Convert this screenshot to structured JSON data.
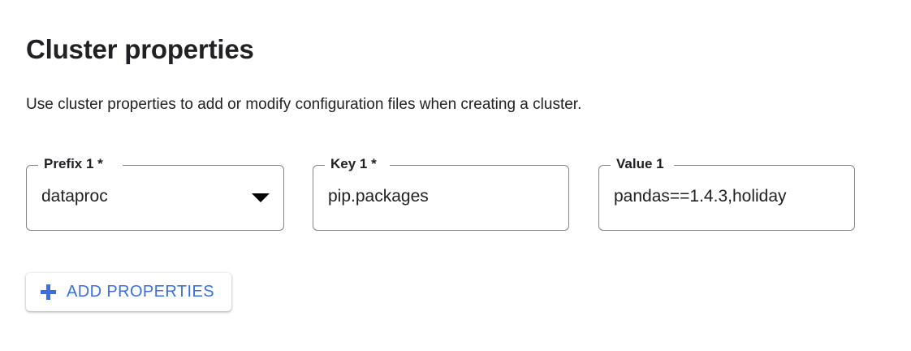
{
  "section": {
    "title": "Cluster properties",
    "description": "Use cluster properties to add or modify configuration files when creating a cluster."
  },
  "form": {
    "fields": [
      {
        "name": "prefix",
        "label": "Prefix 1 *",
        "value": "dataproc",
        "type": "select",
        "required": true,
        "icon": "chevron-down-icon"
      },
      {
        "name": "key",
        "label": "Key 1 *",
        "value": "pip.packages",
        "type": "text",
        "required": true
      },
      {
        "name": "value",
        "label": "Value 1",
        "value": "pandas==1.4.3,holiday",
        "type": "text",
        "required": false
      }
    ]
  },
  "actions": {
    "add_properties_label": "ADD PROPERTIES",
    "add_properties_icon": "plus-icon"
  },
  "colors": {
    "accent": "#3c6fdd",
    "text": "#202124",
    "border": "#80868b",
    "background": "#ffffff"
  }
}
